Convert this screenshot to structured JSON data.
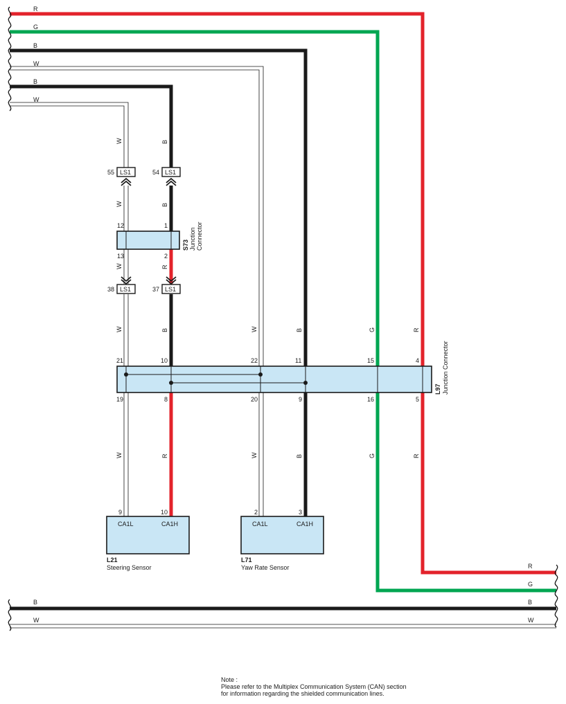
{
  "wire_colors": {
    "R": "#e3232b",
    "G": "#00a651",
    "B": "#1a1a1a",
    "W": "#ffffff"
  },
  "top_wires": [
    "R",
    "G",
    "B",
    "W",
    "B",
    "W"
  ],
  "bottom_wires": [
    "R",
    "G",
    "B",
    "W"
  ],
  "left_branch_wires": {
    "w_upper": "W",
    "b_upper": "B",
    "w_mid": "W",
    "b_mid": "B",
    "w_lower_13": "W",
    "r_lower_2": "R",
    "w_37": "W",
    "b_37": "B"
  },
  "ls1_connectors": [
    {
      "pin": "55",
      "name": "LS1"
    },
    {
      "pin": "54",
      "name": "LS1"
    },
    {
      "pin": "38",
      "name": "LS1"
    },
    {
      "pin": "37",
      "name": "LS1"
    }
  ],
  "s73": {
    "id": "S73",
    "label_line1": "Junction",
    "label_line2": "Connector",
    "pins": [
      "12",
      "1",
      "13",
      "2"
    ]
  },
  "l97": {
    "id": "L97",
    "label": "Junction Connector",
    "top_pins": [
      "21",
      "10",
      "22",
      "11",
      "15",
      "4"
    ],
    "bottom_pins": [
      "19",
      "8",
      "20",
      "9",
      "16",
      "5"
    ]
  },
  "l97_wire_labels": {
    "upper": [
      "W",
      "B",
      "W",
      "B",
      "G",
      "R"
    ],
    "lower": [
      "W",
      "R",
      "W",
      "B",
      "G",
      "R"
    ]
  },
  "l21": {
    "id": "L21",
    "name": "Steering Sensor",
    "pins": [
      "9",
      "10"
    ],
    "terminals": [
      "CA1L",
      "CA1H"
    ]
  },
  "l71": {
    "id": "L71",
    "name": "Yaw Rate Sensor",
    "pins": [
      "2",
      "3"
    ],
    "terminals": [
      "CA1L",
      "CA1H"
    ]
  },
  "note": {
    "title": "Note :",
    "line1": "Please refer to the Multiplex Communication System (CAN) section",
    "line2": "for information regarding the shielded communication lines."
  }
}
